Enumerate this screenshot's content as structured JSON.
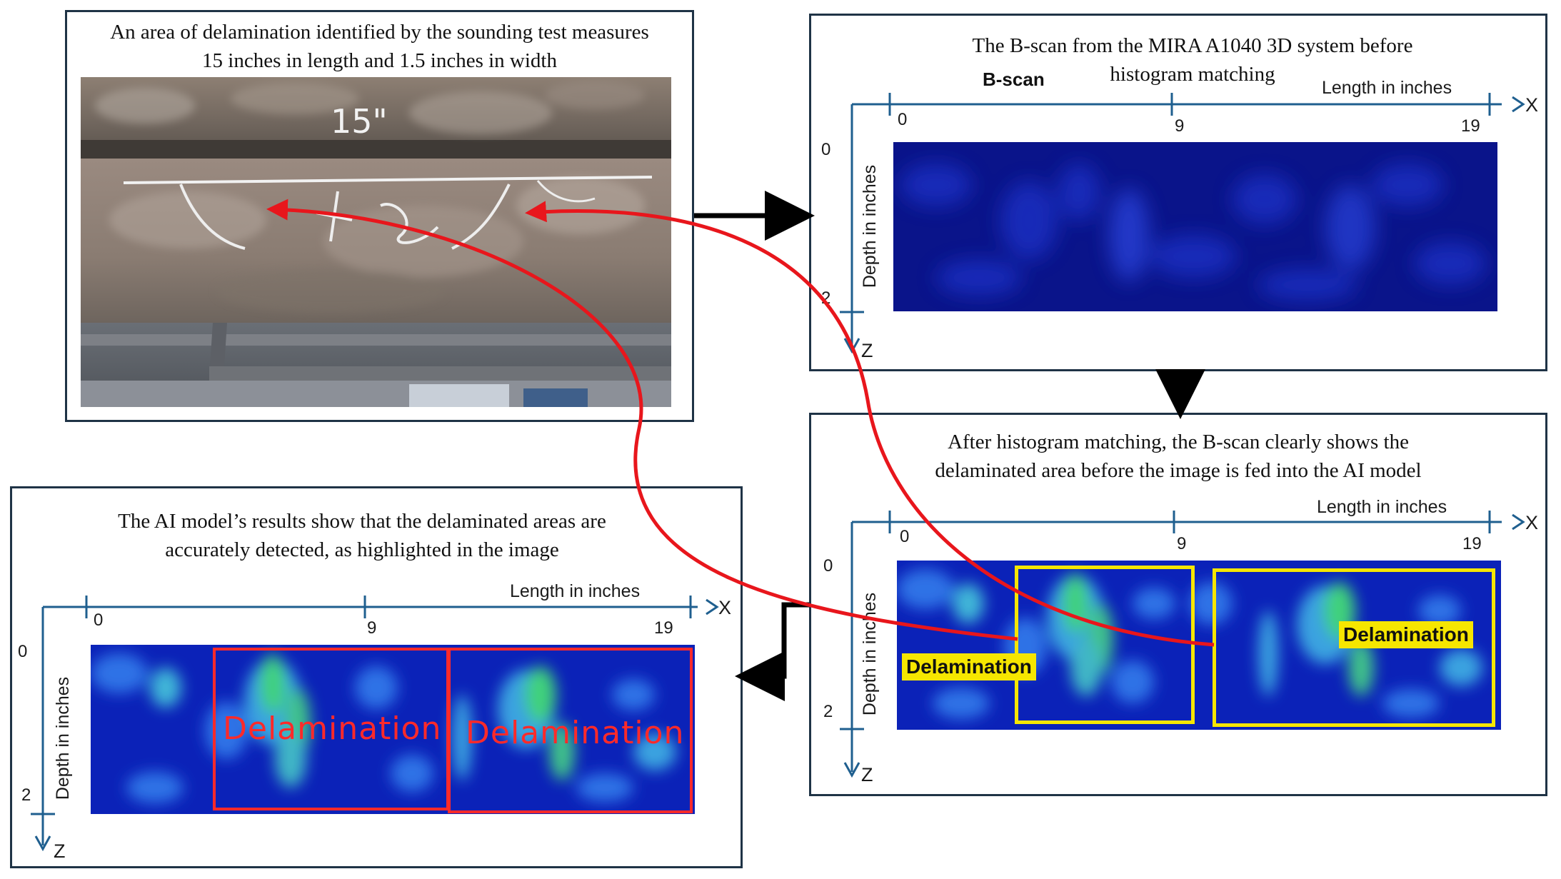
{
  "panels": {
    "photo": {
      "caption_line1": "An area of delamination identified by the sounding test measures",
      "caption_line2": "15 inches in length and 1.5 inches in width",
      "chalk_mark": "15\""
    },
    "bscan_raw": {
      "caption_line1": "The B-scan  from  the MIRA  A1040  3D  system before",
      "caption_line2": "histogram matching",
      "label": "B-scan"
    },
    "bscan_matched": {
      "caption_line1": "After histogram matching, the B-scan clearly shows the",
      "caption_line2": "delaminated area before the image is fed into the AI model",
      "tag_left": "Delamination",
      "tag_right": "Delamination"
    },
    "ai_result": {
      "caption_line1": "The AI model’s results show that the delaminated areas are",
      "caption_line2": "accurately detected, as highlighted in the image",
      "label_left": "Delamination",
      "label_right": "Delamination"
    }
  },
  "axes": {
    "x_title": "Length in inches",
    "x_letter": "X",
    "z_title": "Depth in inches",
    "z_letter": "Z",
    "x_ticks": [
      "0",
      "9",
      "19"
    ],
    "z_ticks": [
      "0",
      "2"
    ]
  },
  "colors": {
    "border": "#1f3346",
    "axis": "#1f5f8f",
    "arrow_red": "#e8161c",
    "box_yellow": "#f6e600",
    "box_red": "#ff2a2a",
    "scan_base": "#0a148a"
  }
}
